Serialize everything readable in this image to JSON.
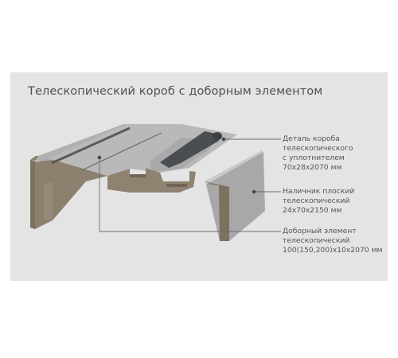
{
  "diagram": {
    "title": "Телескопический короб с доборным элементом",
    "labels": [
      {
        "lines": [
          "Деталь короба",
          "телескопического",
          "с уплотнителем",
          "70x28x2070 мм"
        ]
      },
      {
        "lines": [
          "Наличник плоский",
          "телескопический",
          "24x70x2150 мм"
        ]
      },
      {
        "lines": [
          "Доборный элемент",
          "телескопический",
          "100(150,200)x10x2070 мм"
        ]
      }
    ]
  },
  "colors": {
    "panel_background": "#e4e4e4",
    "section_face": "#8f8270",
    "top_face": "#b6b6b6",
    "seal": "#4a4e52",
    "leader_lines": "#6a6a6a"
  }
}
